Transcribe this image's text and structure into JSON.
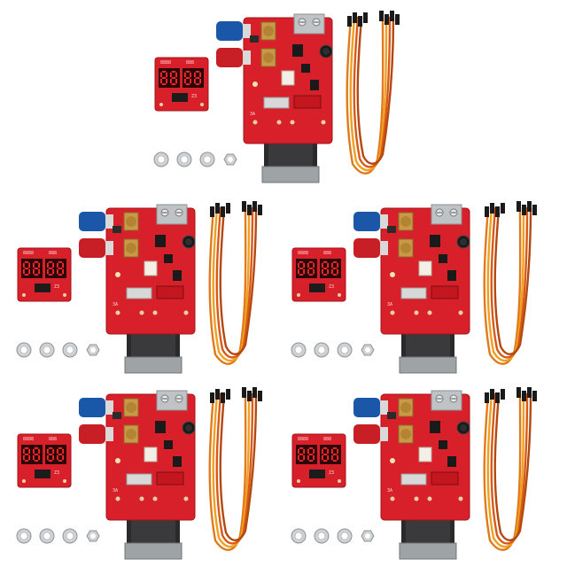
{
  "product": {
    "kit_count": 5,
    "display_labels": [
      "8888",
      "888"
    ],
    "board_text": {
      "display_label_left": "8888",
      "display_label_right": "888",
      "display_chip_label": "Z3",
      "main_board_label": "3A"
    },
    "colors": {
      "pcb_red": "#d8202a",
      "pcb_dark_red": "#a3131a",
      "segment_red": "#ff2a2a",
      "knob_blue": "#1a57a8",
      "knob_red": "#c81e26",
      "pot_brass": "#c99a46",
      "terminal_grey": "#bfc3c6",
      "heatsink_grey": "#9ea3a6",
      "wire_colors": [
        "#e07a1a",
        "#f0a020",
        "#d85a16",
        "#b44810"
      ],
      "washer_grey": "#cfd2d5"
    }
  }
}
